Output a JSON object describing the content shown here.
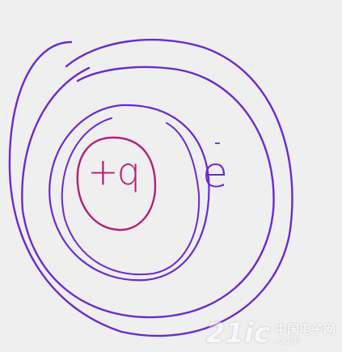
{
  "diagram": {
    "nucleus_label": "+q",
    "electron_symbol": "e",
    "electron_charge": "-",
    "colors": {
      "background": "#efefef",
      "orbit_stroke": "#6a2ad0",
      "nucleus_stroke": "#b31f78"
    },
    "icons": {
      "outer_orbit": "outer-shell-circle",
      "middle_orbit": "middle-shell-circle",
      "inner_orbit": "inner-shell-circle",
      "nucleus": "nucleus-circle"
    }
  },
  "watermark": {
    "logo": "21ic",
    "cn": "中国电子网",
    "domain": ".com"
  }
}
